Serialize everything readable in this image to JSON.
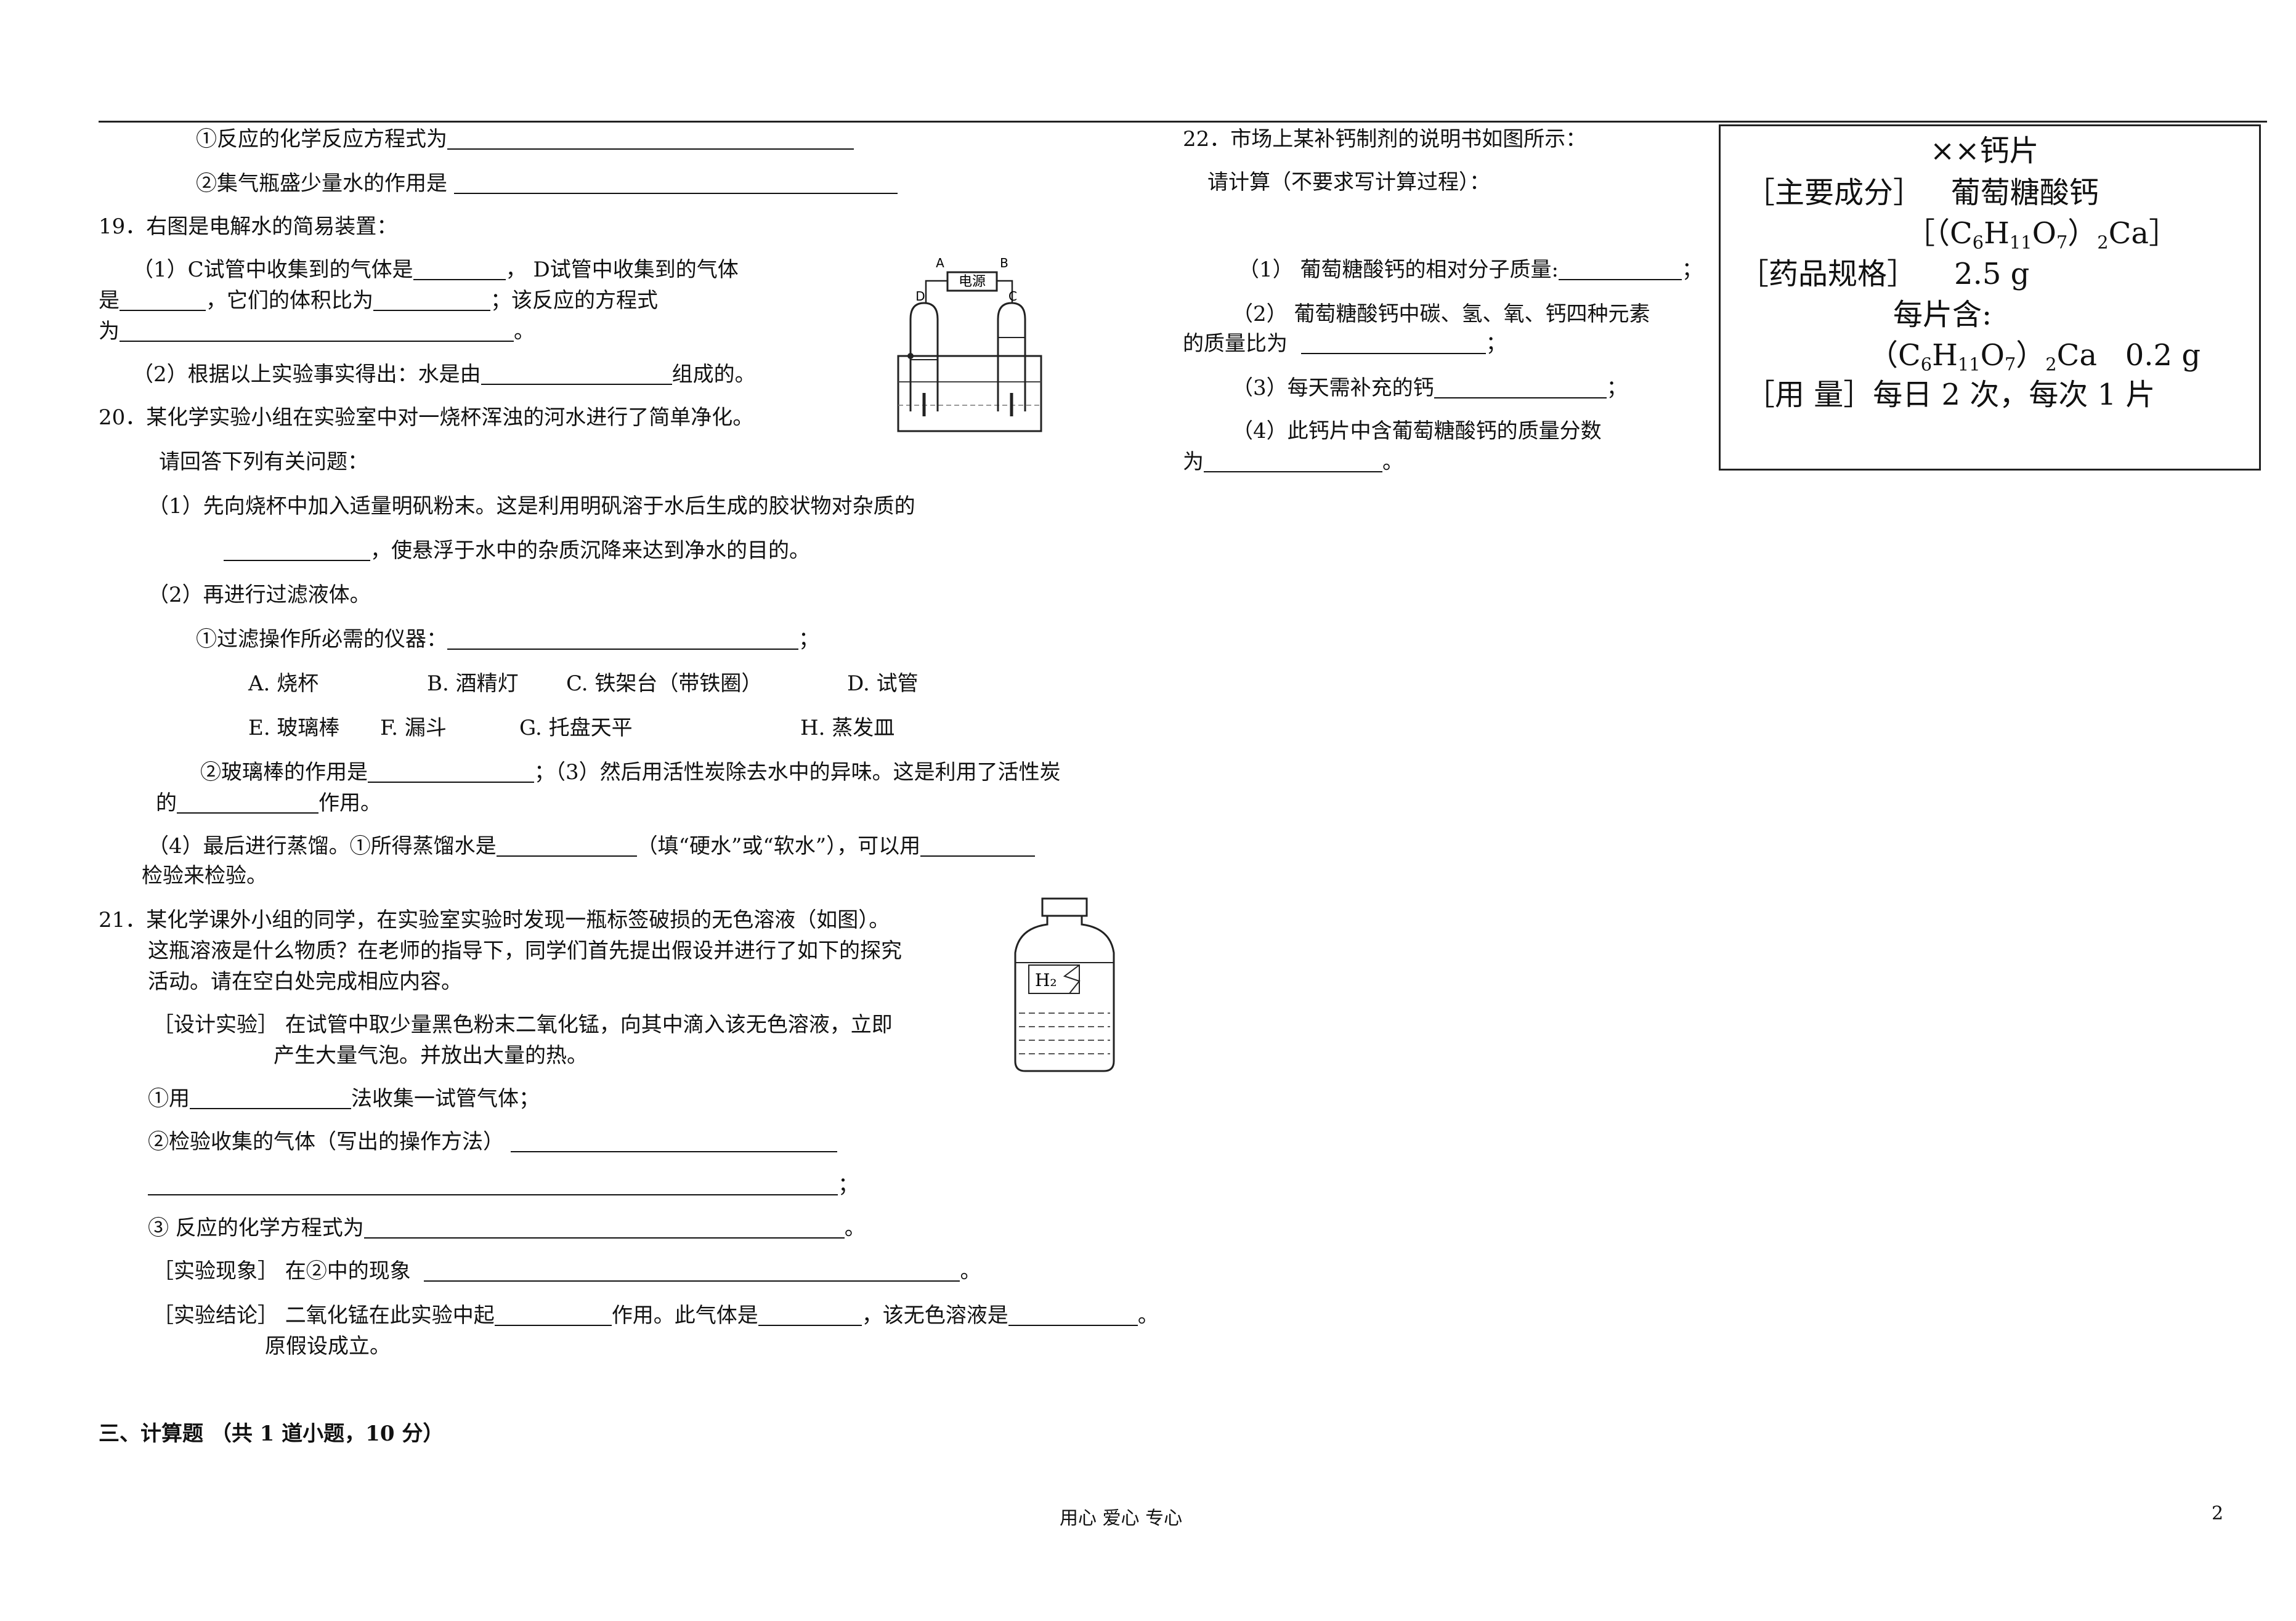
{
  "left": {
    "l1": "①反应的化学反应方程式为",
    "l2": "②集气瓶盛少量水的作用是",
    "q19": "19．右图是电解水的简易装置：",
    "q19_1a": "（1）C试管中收集到的气体是",
    "q19_1b": "，  D试管中收集到的气体",
    "q19_1c": "是",
    "q19_1d": "，它们的体积比为",
    "q19_1e": "；该反应的方程式",
    "q19_1f": "为",
    "q19_1g": "。",
    "q19_2a": "（2）根据以上实验事实得出：水是由",
    "q19_2b": "组成的。",
    "q20": "20．某化学实验小组在实验室中对一烧杯浑浊的河水进行了简单净化。",
    "q20_intro": "请回答下列有关问题：",
    "q20_1": "（1）先向烧杯中加入适量明矾粉末。这是利用明矾溶于水后生成的胶状物对杂质的",
    "q20_1b": "，使悬浮于水中的杂质沉降来达到净水的目的。",
    "q20_2": "（2）再进行过滤液体。",
    "q20_2a": "①过滤操作所必需的仪器：",
    "q20_2a_end": "；",
    "opts1": [
      "A.   烧杯",
      "B.   酒精灯",
      "C.   铁架台（带铁圈）",
      "D.   试管"
    ],
    "opts2": [
      "E.   玻璃棒",
      "F.   漏斗",
      "G.   托盘天平",
      "H.   蒸发皿"
    ],
    "q20_2b": "②玻璃棒的作用是",
    "q20_3": "；（3）然后用活性炭除去水中的异味。这是利用了活性炭",
    "q20_3b": "的",
    "q20_3c": "作用。",
    "q20_4a": "（4）最后进行蒸馏。①所得蒸馏水是",
    "q20_4b": "（填“硬水”或“软水”），可以用",
    "q20_4c": "检验来检验。",
    "q21_1": "21．某化学课外小组的同学，在实验室实验时发现一瓶标签破损的无色溶液（如图）。",
    "q21_2": "这瓶溶液是什么物质？在老师的指导下，同学们首先提出假设并进行了如下的探究",
    "q21_3": "活动。请在空白处完成相应内容。",
    "q21_design": "［设计实验］ 在试管中取少量黑色粉末二氧化锰，向其中滴入该无色溶液，立即",
    "q21_design2": "产生大量气泡。并放出大量的热。",
    "q21_a": "①用",
    "q21_a2": "法收集一试管气体；",
    "q21_b": "②检验收集的气体（写出的操作方法）",
    "q21_b_end": "；",
    "q21_c": "③ 反应的化学方程式为",
    "q21_c_end": "。",
    "q21_phen": "［实验现象］ 在②中的现象",
    "q21_phen_end": "。",
    "q21_con": "［实验结论］ 二氧化锰在此实验中起",
    "q21_con2": "作用。此气体是",
    "q21_con3": "，该无色溶液是",
    "q21_con4": "。",
    "q21_con5": "原假设成立。",
    "section3": "三、计算题 （共 1 道小题，10 分）"
  },
  "right": {
    "q22": "22．市场上某补钙制剂的说明书如图所示：",
    "q22_intro": "请计算（不要求写计算过程）：",
    "q22_1": "（1）  葡萄糖酸钙的相对分子质量:",
    "q22_1end": "；",
    "q22_2": "（2）  葡萄糖酸钙中碳、氢、氧、钙四种元素",
    "q22_2b": "的质量比为",
    "q22_2end": "；",
    "q22_3": "（3）每天需补充的钙",
    "q22_3end": "；",
    "q22_4": "（4）此钙片中含葡萄糖酸钙的质量分数",
    "q22_4b": "为",
    "q22_4end": "。"
  },
  "label_box": {
    "title": "××钙片",
    "main_label": "［主要成分］",
    "main_value": "葡萄糖酸钙",
    "formula_open": "［（C",
    "formula_c": "6",
    "formula_h": "H",
    "formula_h_n": "11",
    "formula_o": "O",
    "formula_o_n": "7",
    "formula_close": "）",
    "formula_2": "2",
    "formula_ca": "Ca］",
    "spec_label": "［药品规格］",
    "spec_value": "2.5 g",
    "per_piece": "每片含:",
    "per_formula_open": "（C",
    "per_formula_c": "6",
    "per_formula_h": "H",
    "per_formula_h_n": "11",
    "per_formula_o": "O",
    "per_formula_o_n": "7",
    "per_formula_close": "）",
    "per_formula_2": "2",
    "per_formula_ca": "Ca",
    "per_amount": "0.2 g",
    "dose_label": "［用    量］",
    "dose_value": "每日 2 次，每次 1 片"
  },
  "figure": {
    "power_label": "电源",
    "a": "A",
    "b": "B",
    "d": "D",
    "c": "C",
    "bottle_label": "H₂"
  },
  "footer": {
    "center": "用心    爱心    专心",
    "page": "2"
  }
}
